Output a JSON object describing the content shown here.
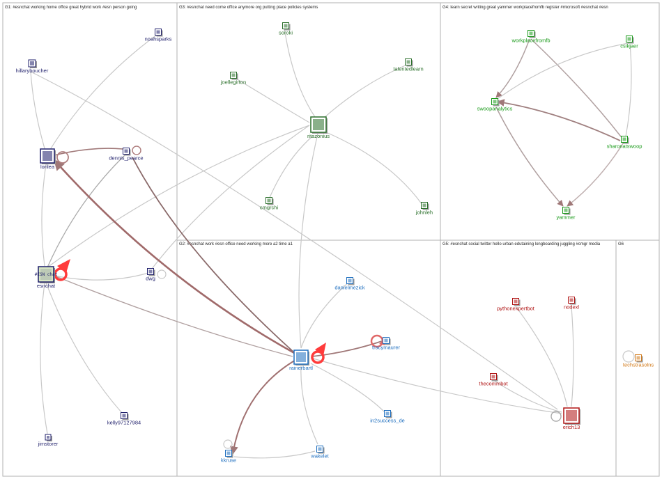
{
  "colors": {
    "g1": "#1f1f6b",
    "g2": "#1f6fbf",
    "g3": "#2a6f2a",
    "g4": "#1a9a1a",
    "g5": "#b01414",
    "g6": "#d27a1a",
    "edge_gray": "#c8c8c8",
    "edge_brown": "#a07878",
    "highlight": "#ff3b3b",
    "panel_border": "#b0b0b0"
  },
  "groups": [
    {
      "id": "G1",
      "title": "G1: #esnchat working home office great hybrid work #esn person going"
    },
    {
      "id": "G3",
      "title": "G3: #esnchat need come office anymore org putting place policies systems"
    },
    {
      "id": "G4",
      "title": "G4: learn secret writing great yammer workplacefromfb register #microsoft #esnchat #esn"
    },
    {
      "id": "G2",
      "title": "G2: #esnchat work #esn office need working more a2 time a1"
    },
    {
      "id": "G5",
      "title": "G5: #esnchat social twitter hello urban edutaining longboarding juggling #cmgr media"
    },
    {
      "id": "G6",
      "title": "G6"
    }
  ],
  "nodes": [
    {
      "id": "noahsparks",
      "label": "noahsparks",
      "group": "g1",
      "icon": "avatar-icon"
    },
    {
      "id": "hillaryboucher",
      "label": "hillaryboucher",
      "group": "g1",
      "icon": "avatar-icon"
    },
    {
      "id": "lorilea",
      "label": "lorilea",
      "group": "g1",
      "icon": "avatar-icon"
    },
    {
      "id": "dennis_pearce",
      "label": "dennis_pearce",
      "group": "g1",
      "icon": "avatar-icon"
    },
    {
      "id": "esnchat",
      "label": "esnchat",
      "group": "g1",
      "icon": "esn-chat-logo-icon",
      "logo_text": "#ESN chat"
    },
    {
      "id": "dwg",
      "label": "dwg",
      "group": "g1",
      "icon": "avatar-icon"
    },
    {
      "id": "kelly97127984",
      "label": "kelly97127984",
      "group": "g1",
      "icon": "avatar-icon"
    },
    {
      "id": "jimstorer",
      "label": "jimstorer",
      "group": "g1",
      "icon": "avatar-icon"
    },
    {
      "id": "soroki",
      "label": "soroki",
      "group": "g3",
      "icon": "avatar-icon"
    },
    {
      "id": "talentedlearn",
      "label": "talentedlearn",
      "group": "g3",
      "icon": "avatar-icon"
    },
    {
      "id": "joellegirton",
      "label": "joellegirton",
      "group": "g3",
      "icon": "avatar-icon"
    },
    {
      "id": "ritazonius",
      "label": "ritazonius",
      "group": "g3",
      "icon": "avatar-icon"
    },
    {
      "id": "cmgrchi",
      "label": "cmgrchi",
      "group": "g3",
      "icon": "avatar-icon"
    },
    {
      "id": "johnleh",
      "label": "johnleh",
      "group": "g3",
      "icon": "avatar-icon"
    },
    {
      "id": "workplacefromfb",
      "label": "workplacefromfb",
      "group": "g4",
      "icon": "workplace-logo-icon"
    },
    {
      "id": "csikjaer",
      "label": "csikjaer",
      "group": "g4",
      "icon": "avatar-icon"
    },
    {
      "id": "swoopanalytics",
      "label": "swoopanalytics",
      "group": "g4",
      "icon": "swoop-logo-icon"
    },
    {
      "id": "sharonatswoop",
      "label": "sharonatswoop",
      "group": "g4",
      "icon": "avatar-icon"
    },
    {
      "id": "yammer",
      "label": "yammer",
      "group": "g4",
      "icon": "yammer-logo-icon"
    },
    {
      "id": "danielmezick",
      "label": "danielmezick",
      "group": "g2",
      "icon": "avatar-icon"
    },
    {
      "id": "tracymaurer",
      "label": "tracymaurer",
      "group": "g2",
      "icon": "avatar-icon"
    },
    {
      "id": "rainerbartl",
      "label": "rainerbartl",
      "group": "g2",
      "icon": "avatar-icon"
    },
    {
      "id": "in2success_de",
      "label": "in2success_de",
      "group": "g2",
      "icon": "avatar-icon"
    },
    {
      "id": "kkruse",
      "label": "kkruse",
      "group": "g2",
      "icon": "avatar-icon"
    },
    {
      "id": "wakelet",
      "label": "wakelet",
      "group": "g2",
      "icon": "wakelet-logo-icon"
    },
    {
      "id": "pythonexpertbot",
      "label": "pythonexpertbot",
      "group": "g5",
      "icon": "avatar-icon"
    },
    {
      "id": "nodexl",
      "label": "nodexl",
      "group": "g5",
      "icon": "nodexl-logo-icon"
    },
    {
      "id": "thecommbot",
      "label": "thecommbot",
      "group": "g5",
      "icon": "avatar-icon"
    },
    {
      "id": "erich13",
      "label": "erich13",
      "group": "g5",
      "icon": "avatar-icon"
    },
    {
      "id": "techstrasolns",
      "label": "techstrasolns",
      "group": "g6",
      "icon": "avatar-icon"
    }
  ]
}
